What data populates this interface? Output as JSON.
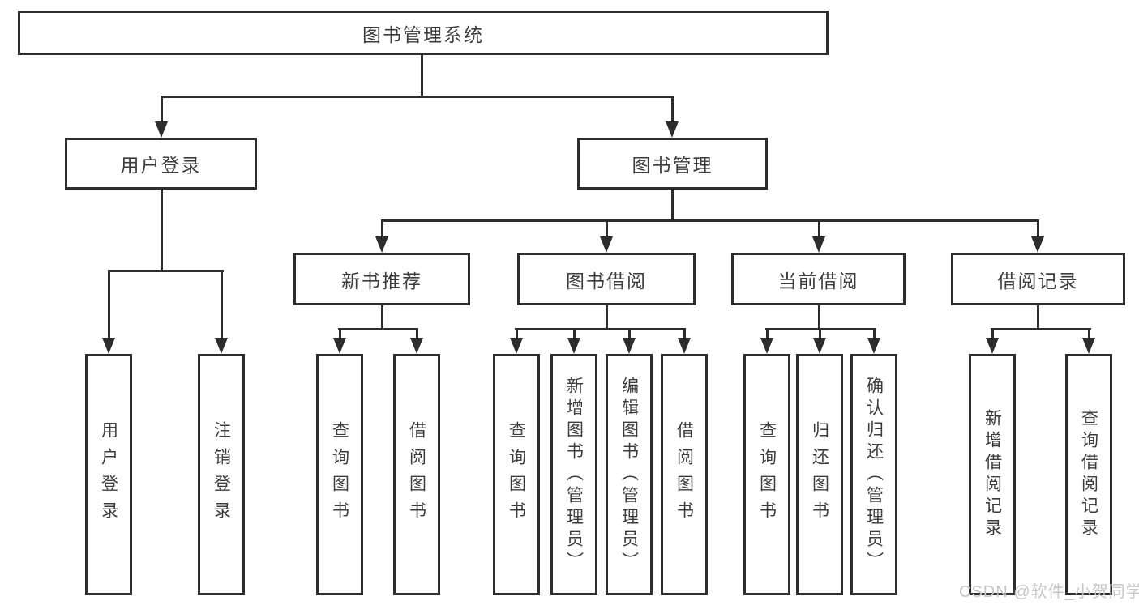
{
  "watermark": "CSDN @软件_小贺同学",
  "colors": {
    "line": "#2d2d2d",
    "text": "#3c3c3c",
    "watermark": "#c6c6c6",
    "background": "#ffffff"
  },
  "nodes": {
    "root": "图书管理系统",
    "user_login": "用户登录",
    "book_mgmt": "图书管理",
    "new_book_rec": "新书推荐",
    "book_borrow": "图书借阅",
    "current_borrow": "当前借阅",
    "borrow_record": "借阅记录",
    "ul_login": "用户登录",
    "ul_logout": "注销登录",
    "nb_query": "查询图书",
    "nb_borrow": "借阅图书",
    "bb_query": "查询图书",
    "bb_add": "新增图书（管理员）",
    "bb_edit": "编辑图书（管理员）",
    "bb_borrow": "借阅图书",
    "cb_query": "查询图书",
    "cb_return": "归还图书",
    "cb_confirm": "确认归还（管理员）",
    "br_add": "新增借阅记录",
    "br_query": "查询借阅记录"
  }
}
